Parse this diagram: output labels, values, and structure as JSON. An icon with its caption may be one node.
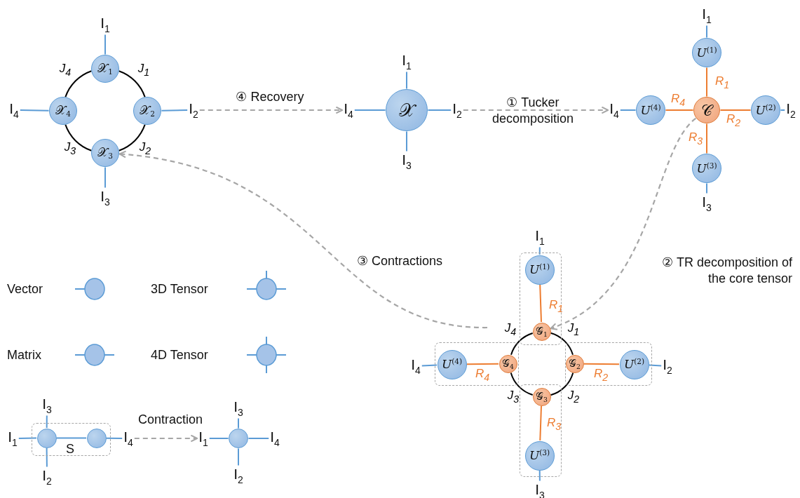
{
  "diagram": {
    "nodes": [
      {
        "text": [
          "𝒳$_{1}$"
        ]
      },
      {
        "text": [
          "𝒳$_{2}$"
        ]
      },
      {
        "text": [
          "𝒳$_{3}$"
        ]
      },
      {
        "text": [
          "𝒳$_{4}$"
        ]
      },
      {
        "text": [
          "I$_{1}$"
        ]
      },
      {
        "text": [
          "I$_{2}$"
        ]
      },
      {
        "text": [
          "I$_{3}$"
        ]
      },
      {
        "text": [
          "I$_{4}$"
        ]
      },
      {
        "text": [
          "𝒳"
        ]
      },
      {
        "text": [
          "I$_{1}$"
        ]
      },
      {
        "text": [
          "I$_{2}$"
        ]
      },
      {
        "text": [
          "I$_{3}$"
        ]
      },
      {
        "text": [
          "I$_{4}$"
        ]
      },
      {
        "text": [
          "𝒞"
        ]
      },
      {
        "text": [
          "*U*$^{(1)}$"
        ]
      },
      {
        "text": [
          "*U*$^{(2)}$"
        ]
      },
      {
        "text": [
          "*U*$^{(3)}$"
        ]
      },
      {
        "text": [
          "*U*$^{(4)}$"
        ]
      },
      {
        "text": [
          "I$_{1}$"
        ]
      },
      {
        "text": [
          "I$_{2}$"
        ]
      },
      {
        "text": [
          "I$_{3}$"
        ]
      },
      {
        "text": [
          "I$_{4}$"
        ]
      },
      {
        "text": [],
        "shape": "box"
      },
      {
        "text": [
          "*U*$^{(1)}$"
        ],
        "in": 22
      },
      {
        "text": [
          "𝒢$_{1}$"
        ],
        "in": 22
      },
      {
        "text": [],
        "shape": "box"
      },
      {
        "text": [
          "𝒢$_{2}$"
        ],
        "in": 25
      },
      {
        "text": [
          "*U*$^{(2)}$"
        ],
        "in": 25
      },
      {
        "text": [],
        "shape": "box"
      },
      {
        "text": [
          "𝒢$_{3}$"
        ],
        "in": 28
      },
      {
        "text": [
          "*U*$^{(3)}$"
        ],
        "in": 28
      },
      {
        "text": [],
        "shape": "box"
      },
      {
        "text": [
          "*U*$^{(4)}$"
        ],
        "in": 31
      },
      {
        "text": [
          "𝒢$_{4}$"
        ],
        "in": 31
      },
      {
        "text": [
          "I$_{1}$"
        ]
      },
      {
        "text": [
          "I$_{2}$"
        ]
      },
      {
        "text": [
          "I$_{3}$"
        ]
      },
      {
        "text": [
          "I$_{4}$"
        ]
      },
      {
        "text": [],
        "shape": "box"
      },
      {
        "text": [],
        "shape": "circle",
        "in": 38
      },
      {
        "text": [],
        "shape": "circle",
        "in": 38
      },
      {
        "text": [
          "I$_{3}$"
        ]
      },
      {
        "text": [
          "I$_{1}$"
        ]
      },
      {
        "text": [
          "I$_{2}$"
        ]
      },
      {
        "text": [
          "I$_{4}$"
        ]
      },
      {
        "text": [],
        "shape": "circle"
      },
      {
        "text": [
          "I$_{3}$"
        ]
      },
      {
        "text": [
          "I$_{1}$"
        ]
      },
      {
        "text": [
          "I$_{4}$"
        ]
      },
      {
        "text": [
          "I$_{2}$"
        ]
      }
    ],
    "edges": [
      {
        "from": 0,
        "to": 1,
        "arrow": "none",
        "label": "J$_{1}$",
        "color": "#000000"
      },
      {
        "from": 1,
        "to": 2,
        "arrow": "none",
        "label": "J$_{2}$",
        "color": "#000000"
      },
      {
        "from": 2,
        "to": 3,
        "arrow": "none",
        "label": "J$_{3}$",
        "color": "#000000"
      },
      {
        "from": 3,
        "to": 0,
        "arrow": "none",
        "label": "J$_{4}$",
        "color": "#000000"
      },
      {
        "from": 0,
        "to": 4,
        "arrow": "none"
      },
      {
        "from": 1,
        "to": 5,
        "arrow": "none"
      },
      {
        "from": 2,
        "to": 6,
        "arrow": "none"
      },
      {
        "from": 3,
        "to": 7,
        "arrow": "none"
      },
      {
        "from": 5,
        "to": 12,
        "arrow": "to",
        "label": "④ Recovery",
        "style": "dashed",
        "color": "#a6a6a6"
      },
      {
        "from": 8,
        "to": 9,
        "arrow": "none"
      },
      {
        "from": 8,
        "to": 10,
        "arrow": "none"
      },
      {
        "from": 8,
        "to": 11,
        "arrow": "none"
      },
      {
        "from": 8,
        "to": 12,
        "arrow": "none"
      },
      {
        "from": 10,
        "to": 21,
        "arrow": "to",
        "label": "① Tucker decomposition",
        "style": "dashed",
        "color": "#a6a6a6"
      },
      {
        "from": 13,
        "to": 14,
        "arrow": "none",
        "label": "R$_{1}$",
        "color": "#ed7d31"
      },
      {
        "from": 13,
        "to": 15,
        "arrow": "none",
        "label": "R$_{2}$",
        "color": "#ed7d31"
      },
      {
        "from": 13,
        "to": 16,
        "arrow": "none",
        "label": "R$_{3}$",
        "color": "#ed7d31"
      },
      {
        "from": 13,
        "to": 17,
        "arrow": "none",
        "label": "R$_{4}$",
        "color": "#ed7d31"
      },
      {
        "from": 14,
        "to": 18,
        "arrow": "none"
      },
      {
        "from": 15,
        "to": 19,
        "arrow": "none"
      },
      {
        "from": 16,
        "to": 20,
        "arrow": "none"
      },
      {
        "from": 17,
        "to": 21,
        "arrow": "none"
      },
      {
        "from": 13,
        "to": 24,
        "arrow": "to",
        "label": "② TR decomposition of the core tensor",
        "style": "dashed",
        "color": "#a6a6a6"
      },
      {
        "from": 24,
        "to": 26,
        "arrow": "none",
        "label": "J$_{1}$",
        "color": "#000000"
      },
      {
        "from": 26,
        "to": 29,
        "arrow": "none",
        "label": "J$_{2}$",
        "color": "#000000"
      },
      {
        "from": 29,
        "to": 33,
        "arrow": "none",
        "label": "J$_{3}$",
        "color": "#000000"
      },
      {
        "from": 33,
        "to": 24,
        "arrow": "none",
        "label": "J$_{4}$",
        "color": "#000000"
      },
      {
        "from": 24,
        "to": 23,
        "arrow": "none",
        "label": "R$_{1}$",
        "color": "#ed7d31"
      },
      {
        "from": 26,
        "to": 27,
        "arrow": "none",
        "label": "R$_{2}$",
        "color": "#ed7d31"
      },
      {
        "from": 29,
        "to": 30,
        "arrow": "none",
        "label": "R$_{3}$",
        "color": "#ed7d31"
      },
      {
        "from": 33,
        "to": 32,
        "arrow": "none",
        "label": "R$_{4}$",
        "color": "#ed7d31"
      },
      {
        "from": 23,
        "to": 34,
        "arrow": "none"
      },
      {
        "from": 27,
        "to": 35,
        "arrow": "none"
      },
      {
        "from": 30,
        "to": 36,
        "arrow": "none"
      },
      {
        "from": 32,
        "to": 37,
        "arrow": "none"
      },
      {
        "from": null,
        "to": 2,
        "arrow": "to",
        "label": "③ Contractions",
        "style": "dashed",
        "color": "#a6a6a6"
      },
      {
        "from": 39,
        "to": 40,
        "arrow": "none",
        "label": "S"
      },
      {
        "from": 39,
        "to": 41,
        "arrow": "none"
      },
      {
        "from": 39,
        "to": 42,
        "arrow": "none"
      },
      {
        "from": 39,
        "to": 43,
        "arrow": "none"
      },
      {
        "from": 40,
        "to": 44,
        "arrow": "none"
      },
      {
        "from": 44,
        "to": 47,
        "arrow": "to",
        "label": "Contraction",
        "style": "dashed",
        "color": "#a6a6a6"
      },
      {
        "from": 45,
        "to": 46,
        "arrow": "none"
      },
      {
        "from": 45,
        "to": 47,
        "arrow": "none"
      },
      {
        "from": 45,
        "to": 48,
        "arrow": "none"
      },
      {
        "from": 45,
        "to": 49,
        "arrow": "none"
      }
    ],
    "legend": [
      {
        "text": "Vector"
      },
      {
        "text": "3D Tensor"
      },
      {
        "text": "Matrix"
      },
      {
        "text": "4D Tensor"
      }
    ]
  }
}
